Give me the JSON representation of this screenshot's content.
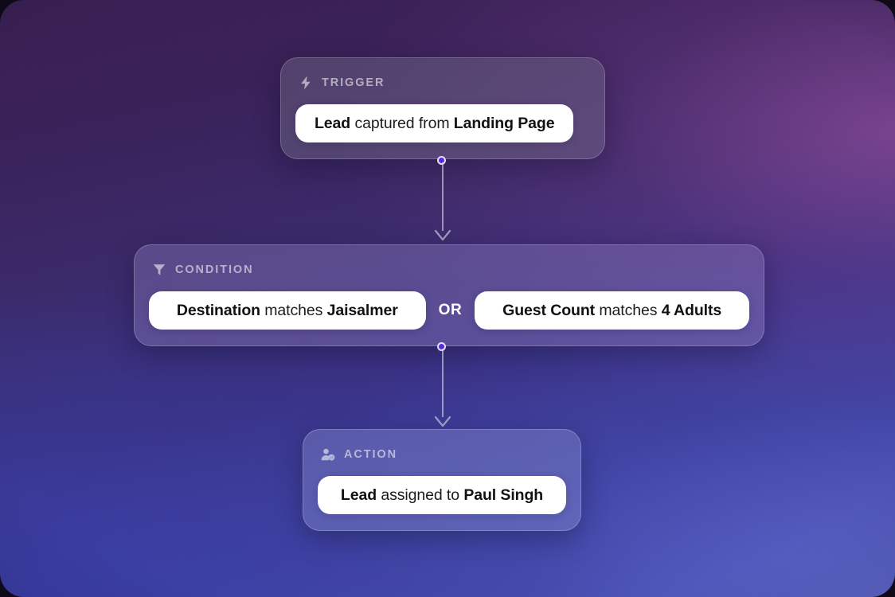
{
  "canvas": {
    "background_top": "#3a1f52",
    "background_bottom": "#4a50b4",
    "accent_dot": "#5b27e0"
  },
  "flow": {
    "nodes": [
      {
        "id": "trigger",
        "icon": "lightning-bolt-icon",
        "label": "TRIGGER",
        "chips": [
          {
            "prefix": "Lead",
            "operator": "captured from",
            "value": "Landing Page"
          }
        ]
      },
      {
        "id": "condition",
        "icon": "filter-funnel-icon",
        "label": "CONDITION",
        "logic_operator": "OR",
        "chips": [
          {
            "prefix": "Destination",
            "operator": "matches",
            "value": "Jaisalmer"
          },
          {
            "prefix": "Guest Count",
            "operator": "matches",
            "value": "4 Adults"
          }
        ]
      },
      {
        "id": "action",
        "icon": "user-assigned-icon",
        "label": "ACTION",
        "chips": [
          {
            "prefix": "Lead",
            "operator": "assigned to",
            "value": "Paul Singh"
          }
        ]
      }
    ],
    "connectors": [
      {
        "id": "trigger-to-condition",
        "from": "trigger",
        "to": "condition"
      },
      {
        "id": "condition-to-action",
        "from": "condition",
        "to": "action"
      }
    ]
  }
}
